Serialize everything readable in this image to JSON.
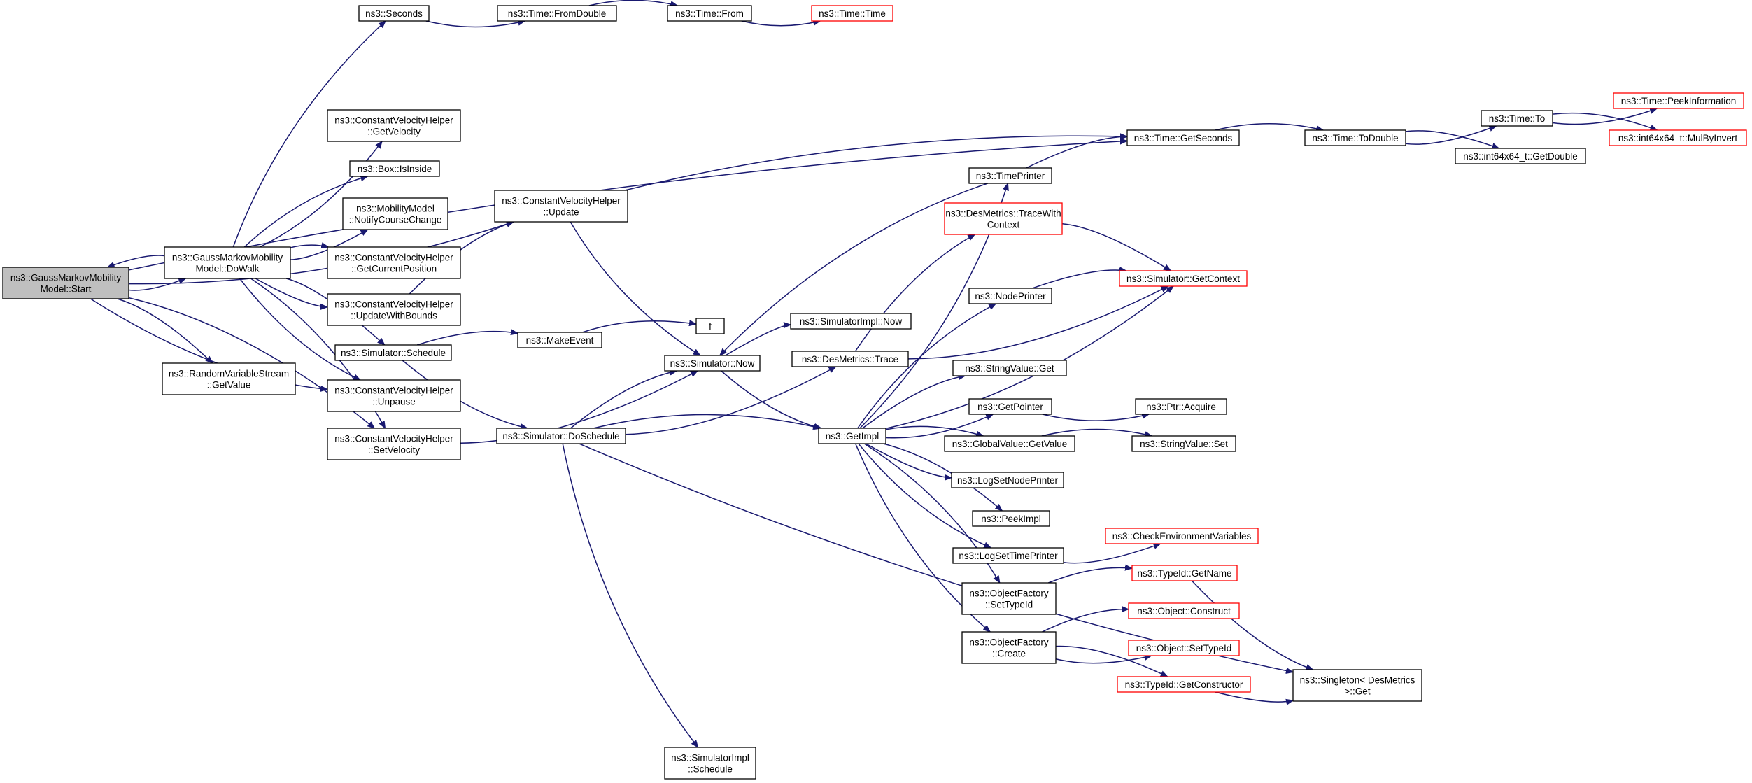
{
  "colors": {
    "edge": "#191970",
    "root_fill": "#bfbfbf",
    "truncated_border": "#ff0000",
    "border": "#000000"
  },
  "nodes": {
    "start": {
      "lines": [
        "ns3::GaussMarkovMobility",
        "Model::Start"
      ],
      "style": "root"
    },
    "dowalk": {
      "lines": [
        "ns3::GaussMarkovMobility",
        "Model::DoWalk"
      ]
    },
    "rvs_getvalue": {
      "lines": [
        "ns3::RandomVariableStream",
        "::GetValue"
      ]
    },
    "seconds": {
      "lines": [
        "ns3::Seconds"
      ]
    },
    "fromdouble": {
      "lines": [
        "ns3::Time::FromDouble"
      ]
    },
    "time_from": {
      "lines": [
        "ns3::Time::From"
      ]
    },
    "time_time": {
      "lines": [
        "ns3::Time::Time"
      ],
      "style": "truncated"
    },
    "cvh_getvelocity": {
      "lines": [
        "ns3::ConstantVelocityHelper",
        "::GetVelocity"
      ]
    },
    "box_isinside": {
      "lines": [
        "ns3::Box::IsInside"
      ]
    },
    "mm_notify": {
      "lines": [
        "ns3::MobilityModel",
        "::NotifyCourseChange"
      ]
    },
    "cvh_getcurpos": {
      "lines": [
        "ns3::ConstantVelocityHelper",
        "::GetCurrentPosition"
      ]
    },
    "cvh_updatewb": {
      "lines": [
        "ns3::ConstantVelocityHelper",
        "::UpdateWithBounds"
      ]
    },
    "sim_schedule": {
      "lines": [
        "ns3::Simulator::Schedule"
      ]
    },
    "cvh_unpause": {
      "lines": [
        "ns3::ConstantVelocityHelper",
        "::Unpause"
      ]
    },
    "cvh_setvelocity": {
      "lines": [
        "ns3::ConstantVelocityHelper",
        "::SetVelocity"
      ]
    },
    "cvh_update": {
      "lines": [
        "ns3::ConstantVelocityHelper",
        "::Update"
      ]
    },
    "makeevent": {
      "lines": [
        "ns3::MakeEvent"
      ]
    },
    "f": {
      "lines": [
        "f"
      ]
    },
    "sim_now": {
      "lines": [
        "ns3::Simulator::Now"
      ]
    },
    "sim_doschedule": {
      "lines": [
        "ns3::Simulator::DoSchedule"
      ]
    },
    "simimpl_schedule": {
      "lines": [
        "ns3::SimulatorImpl",
        "::Schedule"
      ]
    },
    "simimpl_now": {
      "lines": [
        "ns3::SimulatorImpl::Now"
      ]
    },
    "desmetrics_trace": {
      "lines": [
        "ns3::DesMetrics::Trace"
      ]
    },
    "getimpl": {
      "lines": [
        "ns3::GetImpl"
      ]
    },
    "timeprinter": {
      "lines": [
        "ns3::TimePrinter"
      ]
    },
    "dm_tracewc": {
      "lines": [
        "ns3::DesMetrics::TraceWith",
        "Context"
      ],
      "style": "truncated"
    },
    "nodeprinter": {
      "lines": [
        "ns3::NodePrinter"
      ]
    },
    "stringvalue_get": {
      "lines": [
        "ns3::StringValue::Get"
      ]
    },
    "getpointer": {
      "lines": [
        "ns3::GetPointer"
      ]
    },
    "gv_getvalue": {
      "lines": [
        "ns3::GlobalValue::GetValue"
      ]
    },
    "logsetnodeprinter": {
      "lines": [
        "ns3::LogSetNodePrinter"
      ]
    },
    "peekimpl": {
      "lines": [
        "ns3::PeekImpl"
      ]
    },
    "logsettimeprinter": {
      "lines": [
        "ns3::LogSetTimePrinter"
      ]
    },
    "of_settypeid": {
      "lines": [
        "ns3::ObjectFactory",
        "::SetTypeId"
      ]
    },
    "of_create": {
      "lines": [
        "ns3::ObjectFactory",
        "::Create"
      ]
    },
    "time_getseconds": {
      "lines": [
        "ns3::Time::GetSeconds"
      ]
    },
    "sim_getcontext": {
      "lines": [
        "ns3::Simulator::GetContext"
      ],
      "style": "truncated"
    },
    "ptr_acquire": {
      "lines": [
        "ns3::Ptr::Acquire"
      ]
    },
    "stringvalue_set": {
      "lines": [
        "ns3::StringValue::Set"
      ]
    },
    "checkenv": {
      "lines": [
        "ns3::CheckEnvironmentVariables"
      ],
      "style": "truncated"
    },
    "typeid_getname": {
      "lines": [
        "ns3::TypeId::GetName"
      ],
      "style": "truncated"
    },
    "object_construct": {
      "lines": [
        "ns3::Object::Construct"
      ],
      "style": "truncated"
    },
    "object_settypeid": {
      "lines": [
        "ns3::Object::SetTypeId"
      ],
      "style": "truncated"
    },
    "typeid_getctor": {
      "lines": [
        "ns3::TypeId::GetConstructor"
      ],
      "style": "truncated"
    },
    "singleton_get": {
      "lines": [
        "ns3::Singleton< DesMetrics",
        " >::Get"
      ]
    },
    "time_todouble": {
      "lines": [
        "ns3::Time::ToDouble"
      ]
    },
    "time_to": {
      "lines": [
        "ns3::Time::To"
      ]
    },
    "int64_getdouble": {
      "lines": [
        "ns3::int64x64_t::GetDouble"
      ]
    },
    "time_peekinfo": {
      "lines": [
        "ns3::Time::PeekInformation"
      ],
      "style": "truncated"
    },
    "int64_mulbyinvert": {
      "lines": [
        "ns3::int64x64_t::MulByInvert"
      ],
      "style": "truncated"
    }
  },
  "edges": [
    [
      "start",
      "dowalk"
    ],
    [
      "start",
      "rvs_getvalue"
    ],
    [
      "start",
      "cvh_update"
    ],
    [
      "start",
      "time_getseconds"
    ],
    [
      "start",
      "cvh_unpause"
    ],
    [
      "start",
      "cvh_setvelocity"
    ],
    [
      "dowalk",
      "start"
    ],
    [
      "dowalk",
      "seconds"
    ],
    [
      "dowalk",
      "cvh_getvelocity"
    ],
    [
      "dowalk",
      "box_isinside"
    ],
    [
      "dowalk",
      "mm_notify"
    ],
    [
      "dowalk",
      "cvh_getcurpos"
    ],
    [
      "dowalk",
      "cvh_updatewb"
    ],
    [
      "dowalk",
      "sim_schedule"
    ],
    [
      "dowalk",
      "cvh_unpause"
    ],
    [
      "dowalk",
      "cvh_setvelocity"
    ],
    [
      "seconds",
      "fromdouble"
    ],
    [
      "fromdouble",
      "time_from"
    ],
    [
      "time_from",
      "time_time"
    ],
    [
      "cvh_updatewb",
      "cvh_update"
    ],
    [
      "cvh_update",
      "sim_now"
    ],
    [
      "cvh_update",
      "time_getseconds"
    ],
    [
      "cvh_setvelocity",
      "sim_now"
    ],
    [
      "sim_schedule",
      "makeevent"
    ],
    [
      "sim_schedule",
      "sim_doschedule"
    ],
    [
      "makeevent",
      "f"
    ],
    [
      "sim_doschedule",
      "simimpl_schedule"
    ],
    [
      "sim_doschedule",
      "getimpl"
    ],
    [
      "sim_doschedule",
      "desmetrics_trace"
    ],
    [
      "sim_doschedule",
      "sim_now"
    ],
    [
      "sim_doschedule",
      "singleton_get"
    ],
    [
      "sim_now",
      "simimpl_now"
    ],
    [
      "sim_now",
      "getimpl"
    ],
    [
      "desmetrics_trace",
      "dm_tracewc"
    ],
    [
      "desmetrics_trace",
      "sim_getcontext"
    ],
    [
      "dm_tracewc",
      "sim_getcontext"
    ],
    [
      "getimpl",
      "timeprinter"
    ],
    [
      "getimpl",
      "nodeprinter"
    ],
    [
      "getimpl",
      "sim_getcontext"
    ],
    [
      "getimpl",
      "stringvalue_get"
    ],
    [
      "getimpl",
      "getpointer"
    ],
    [
      "getimpl",
      "gv_getvalue"
    ],
    [
      "getimpl",
      "logsetnodeprinter"
    ],
    [
      "getimpl",
      "peekimpl"
    ],
    [
      "getimpl",
      "logsettimeprinter"
    ],
    [
      "getimpl",
      "of_settypeid"
    ],
    [
      "getimpl",
      "of_create"
    ],
    [
      "timeprinter",
      "time_getseconds"
    ],
    [
      "timeprinter",
      "sim_now"
    ],
    [
      "nodeprinter",
      "sim_getcontext"
    ],
    [
      "getpointer",
      "ptr_acquire"
    ],
    [
      "gv_getvalue",
      "stringvalue_set"
    ],
    [
      "logsettimeprinter",
      "checkenv"
    ],
    [
      "of_settypeid",
      "typeid_getname"
    ],
    [
      "typeid_getname",
      "singleton_get"
    ],
    [
      "of_create",
      "object_construct"
    ],
    [
      "of_create",
      "object_settypeid"
    ],
    [
      "of_create",
      "typeid_getctor"
    ],
    [
      "typeid_getctor",
      "singleton_get"
    ],
    [
      "time_getseconds",
      "time_todouble"
    ],
    [
      "time_todouble",
      "time_to"
    ],
    [
      "time_todouble",
      "int64_getdouble"
    ],
    [
      "time_to",
      "time_peekinfo"
    ],
    [
      "time_to",
      "int64_mulbyinvert"
    ]
  ]
}
